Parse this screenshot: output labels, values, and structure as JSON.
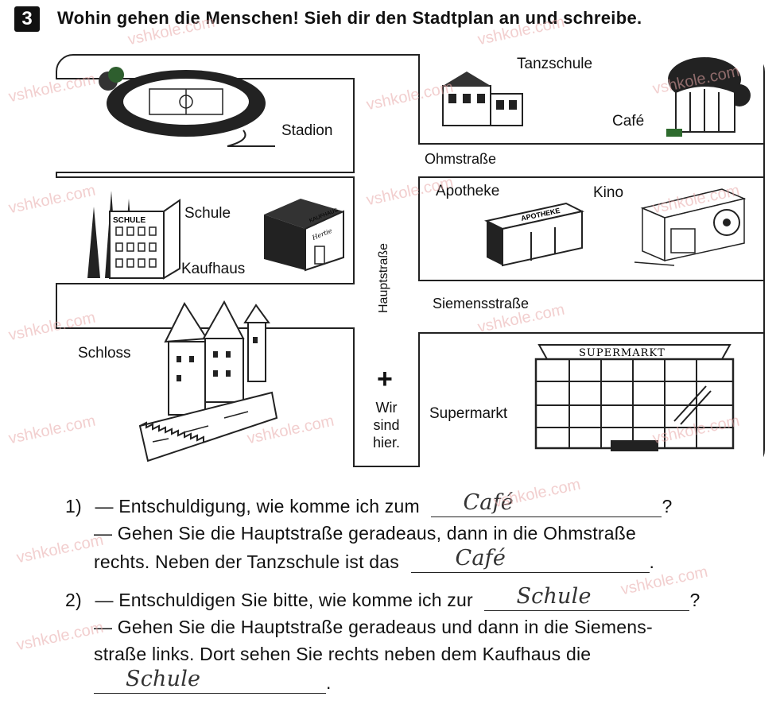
{
  "task": {
    "number": "3",
    "instruction": "Wohin gehen die Menschen! Sieh dir den Stadtplan an und schreibe."
  },
  "map": {
    "labels": {
      "stadion": "Stadion",
      "tanzschule": "Tanzschule",
      "cafe": "Café",
      "schule": "Schule",
      "kaufhaus": "Kaufhaus",
      "apotheke": "Apotheke",
      "kino": "Kino",
      "schloss": "Schloss",
      "supermarkt": "Supermarkt"
    },
    "streets": {
      "ohmstrasse": "Ohmstraße",
      "siemensstrasse": "Siemensstraße",
      "hauptstrasse": "Hauptstraße"
    },
    "signs": {
      "schule": "SCHULE",
      "kaufhaus": "KAUFHAUS",
      "kaufhaus_script": "Hertie",
      "apotheke": "APOTHEKE",
      "supermarkt": "SUPERMARKT"
    },
    "here_marker": {
      "symbol": "+",
      "lines": [
        "Wir",
        "sind",
        "hier."
      ]
    }
  },
  "dialogues": [
    {
      "number": "1)",
      "line1_pre": "— Entschuldigung, wie komme ich zum",
      "line1_answer": "Café",
      "line1_end": "?",
      "line2": "— Gehen Sie die Hauptstraße geradeaus, dann in die Ohmstraße",
      "line3_pre": "rechts. Neben der Tanzschule ist das",
      "line3_answer": "Café",
      "line3_end": "."
    },
    {
      "number": "2)",
      "line1_pre": "— Entschuldigen Sie bitte, wie komme ich zur",
      "line1_answer": "Schule",
      "line1_end": "?",
      "line2": "— Gehen Sie die Hauptstraße geradeaus und dann in die Siemens-",
      "line3": "straße links. Dort sehen Sie rechts neben dem Kaufhaus die",
      "line4_answer": "Schule",
      "line4_end": "."
    }
  ],
  "watermark": "vshkole.com"
}
